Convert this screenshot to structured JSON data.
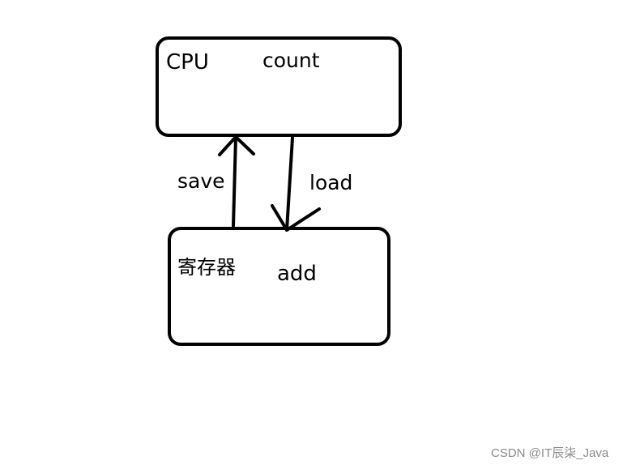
{
  "diagram": {
    "nodes": [
      {
        "id": "cpu",
        "title": "CPU",
        "content": "count"
      },
      {
        "id": "register",
        "title": "寄存器",
        "content": "add"
      }
    ],
    "edges": [
      {
        "from": "register",
        "to": "cpu",
        "label": "save"
      },
      {
        "from": "cpu",
        "to": "register",
        "label": "load"
      }
    ]
  },
  "watermark": "CSDN @IT辰柒_Java",
  "colors": {
    "stroke": "#000000",
    "background": "#ffffff",
    "watermark": "#8a8a8a"
  }
}
